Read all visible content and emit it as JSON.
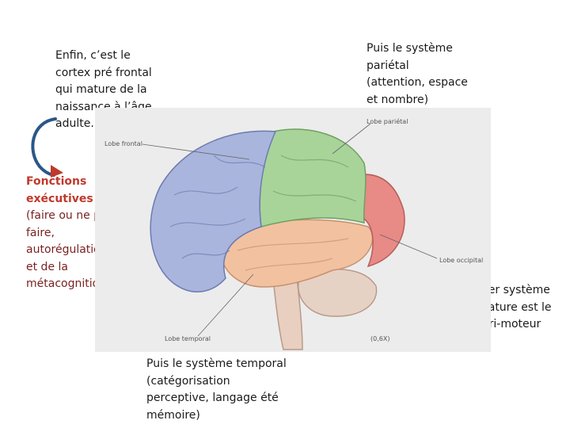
{
  "annotations": {
    "frontal": "Enfin, c’est le\ncortex pré frontal\nqui mature de la\nnaissance à l’âge\nadulte.",
    "parietal": "Puis le système\npariétal\n(attention, espace\net nombre)",
    "exec_title": "Fonctions\nexécutives",
    "exec_body": "(faire ou ne pas\nfaire,\nautorégulation)\net de la\nmétacognition.",
    "sensori": "Premier système\nqui mature est le\nsensori-moteur",
    "temporal": "Puis le système temporal\n(catégorisation\nperceptive, langage été\nmémoire)"
  },
  "brain_labels": {
    "frontal": "Lobe frontal",
    "parietal": "Lobe pariétal",
    "occipital": "Lobe occipital",
    "temporal": "Lobe temporal",
    "scale": "(0,6X)"
  },
  "colors": {
    "frontal": "#a9b5dd",
    "parietal": "#a8d49a",
    "occipital": "#e88a86",
    "temporal": "#f2c2a0",
    "cerebellum": "#e6d2c5",
    "panel_bg": "#ececec",
    "arrow_dark": "#2a5788",
    "arrow_red": "#c0392b"
  },
  "icons": {
    "curved_arrow": "curved-arrow-icon"
  }
}
